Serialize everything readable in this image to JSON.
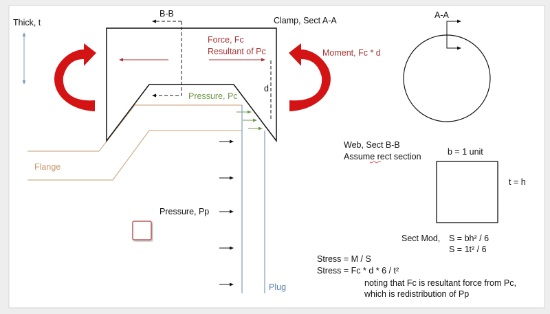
{
  "labels": {
    "thick": "Thick, t",
    "bb": "B-B",
    "clamp": "Clamp, Sect A-A",
    "force": "Force, Fc",
    "resultant": "Resultant of Pc",
    "moment": "Moment, Fc * d",
    "d": "d",
    "pressure_pc": "Pressure, Pc",
    "flange": "Flange",
    "pressure_pp": "Pressure, Pp",
    "plug": "Plug",
    "aa": "A-A",
    "web": "Web, Sect B-B",
    "assume": "Assume rect section",
    "b_unit": "b = 1 unit",
    "t_h": "t = h",
    "sect_mod": "Sect Mod,",
    "s1": "S = bh² / 6",
    "s2": "S = 1t² / 6",
    "stress1": "Stress = M / S",
    "stress2": "Stress = Fc * d * 6 / t²",
    "note1": "noting that Fc is resultant force from Pc,",
    "note2": "which is redistribution of Pp"
  },
  "colors": {
    "force": "#a83232",
    "moment_arrow": "#d41414",
    "pressure_pc": "#6f9a4a",
    "flange": "#d2b08e",
    "plug": "#7f9bb8"
  }
}
